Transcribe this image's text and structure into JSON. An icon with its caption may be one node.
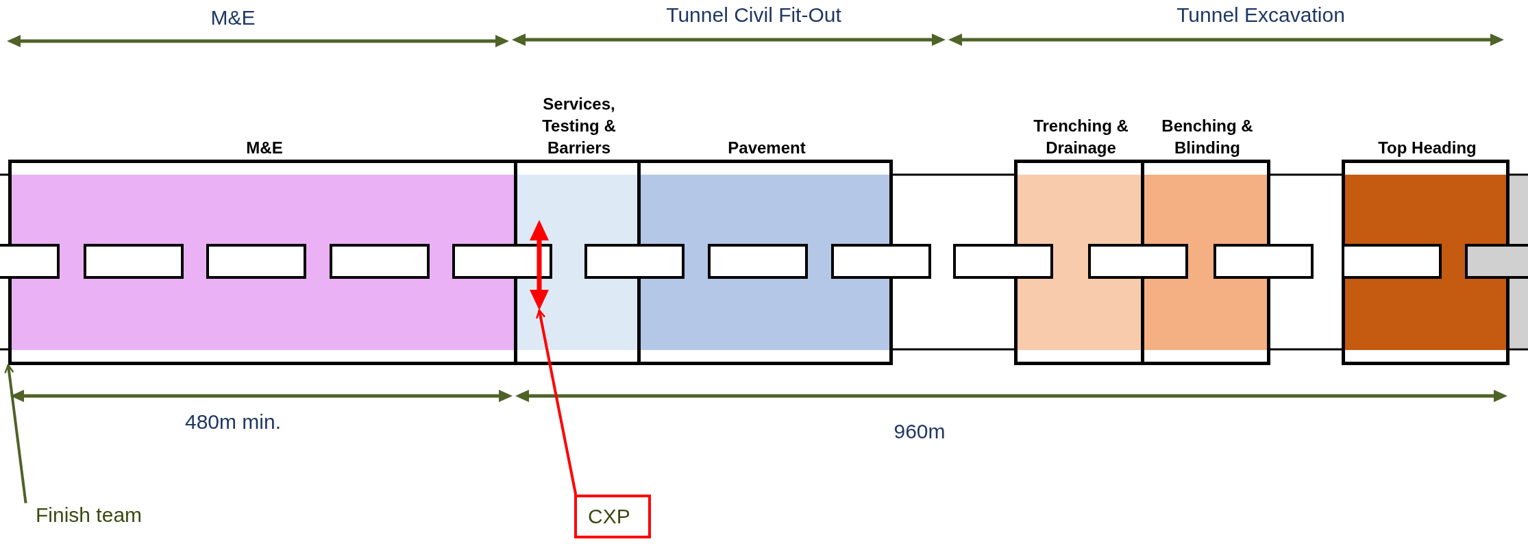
{
  "diagram": {
    "nodes": [
      {
        "text": [
          "M&E"
        ]
      },
      {
        "text": [
          "Services, Testing & Barriers"
        ]
      },
      {
        "text": [
          "Pavement"
        ]
      },
      {
        "text": [
          "Trenching & Drainage"
        ]
      },
      {
        "text": [
          "Benching & Blinding"
        ]
      },
      {
        "text": [
          "Top Heading"
        ]
      },
      {
        "text": [],
        "shape": "arrow",
        "in": 1
      },
      {
        "text": [
          "CXP"
        ]
      },
      {
        "text": [
          "Finish team"
        ]
      }
    ],
    "edges": [
      {
        "from": 7,
        "to": 6,
        "arrow": "to",
        "color": "#ff0000"
      },
      {
        "from": 8,
        "to": 0,
        "arrow": "to",
        "color": "#4f6228"
      }
    ],
    "labels": [
      "M&E",
      "Tunnel Civil Fit-Out",
      "Tunnel Excavation",
      "480m min.",
      "960m"
    ]
  }
}
